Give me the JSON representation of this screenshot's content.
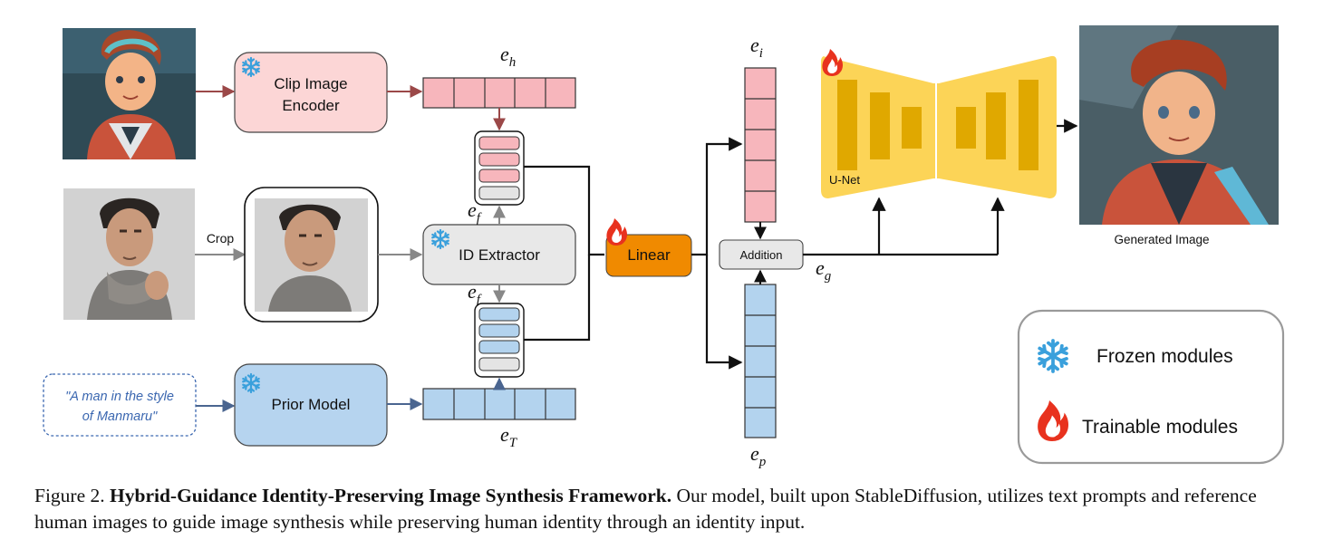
{
  "modules": {
    "clip_encoder": [
      "Clip Image",
      "Encoder"
    ],
    "id_extractor": "ID Extractor",
    "prior_model": "Prior Model",
    "linear": "Linear",
    "addition": "Addition",
    "unet": "U-Net"
  },
  "labels": {
    "crop": "Crop",
    "prompt": [
      "\"A man in the style",
      "of Manmaru\""
    ],
    "generated_image": "Generated Image"
  },
  "embeddings": {
    "e_h": {
      "base": "e",
      "sub": "h"
    },
    "e_f_top": {
      "base": "e",
      "sub": "f"
    },
    "e_f_bottom": {
      "base": "e",
      "sub": "f"
    },
    "e_i": {
      "base": "e",
      "sub": "i"
    },
    "e_g": {
      "base": "e",
      "sub": "g"
    },
    "e_T": {
      "base": "e",
      "sub": "T"
    },
    "e_p": {
      "base": "e",
      "sub": "p"
    }
  },
  "legend": {
    "frozen": "Frozen modules",
    "trainable": "Trainable modules"
  },
  "caption": {
    "figure_label": "Figure 2.",
    "title": "Hybrid-Guidance Identity-Preserving Image Synthesis Framework.",
    "text": "Our model, built upon StableDiffusion, utilizes text prompts and reference human images to guide image synthesis while preserving human identity through an identity input."
  },
  "colors": {
    "pink": "#f7b6bc",
    "pink_box": "#fcd6d6",
    "blue": "#b3d3ee",
    "blue_box": "#b6d4ef",
    "gray_box": "#e8e8e8",
    "orange": "#f08a00",
    "unet": "#fcd457",
    "unet_bar": "#e0a800",
    "snow": "#3aa0dc",
    "fire": "#e8321e"
  }
}
